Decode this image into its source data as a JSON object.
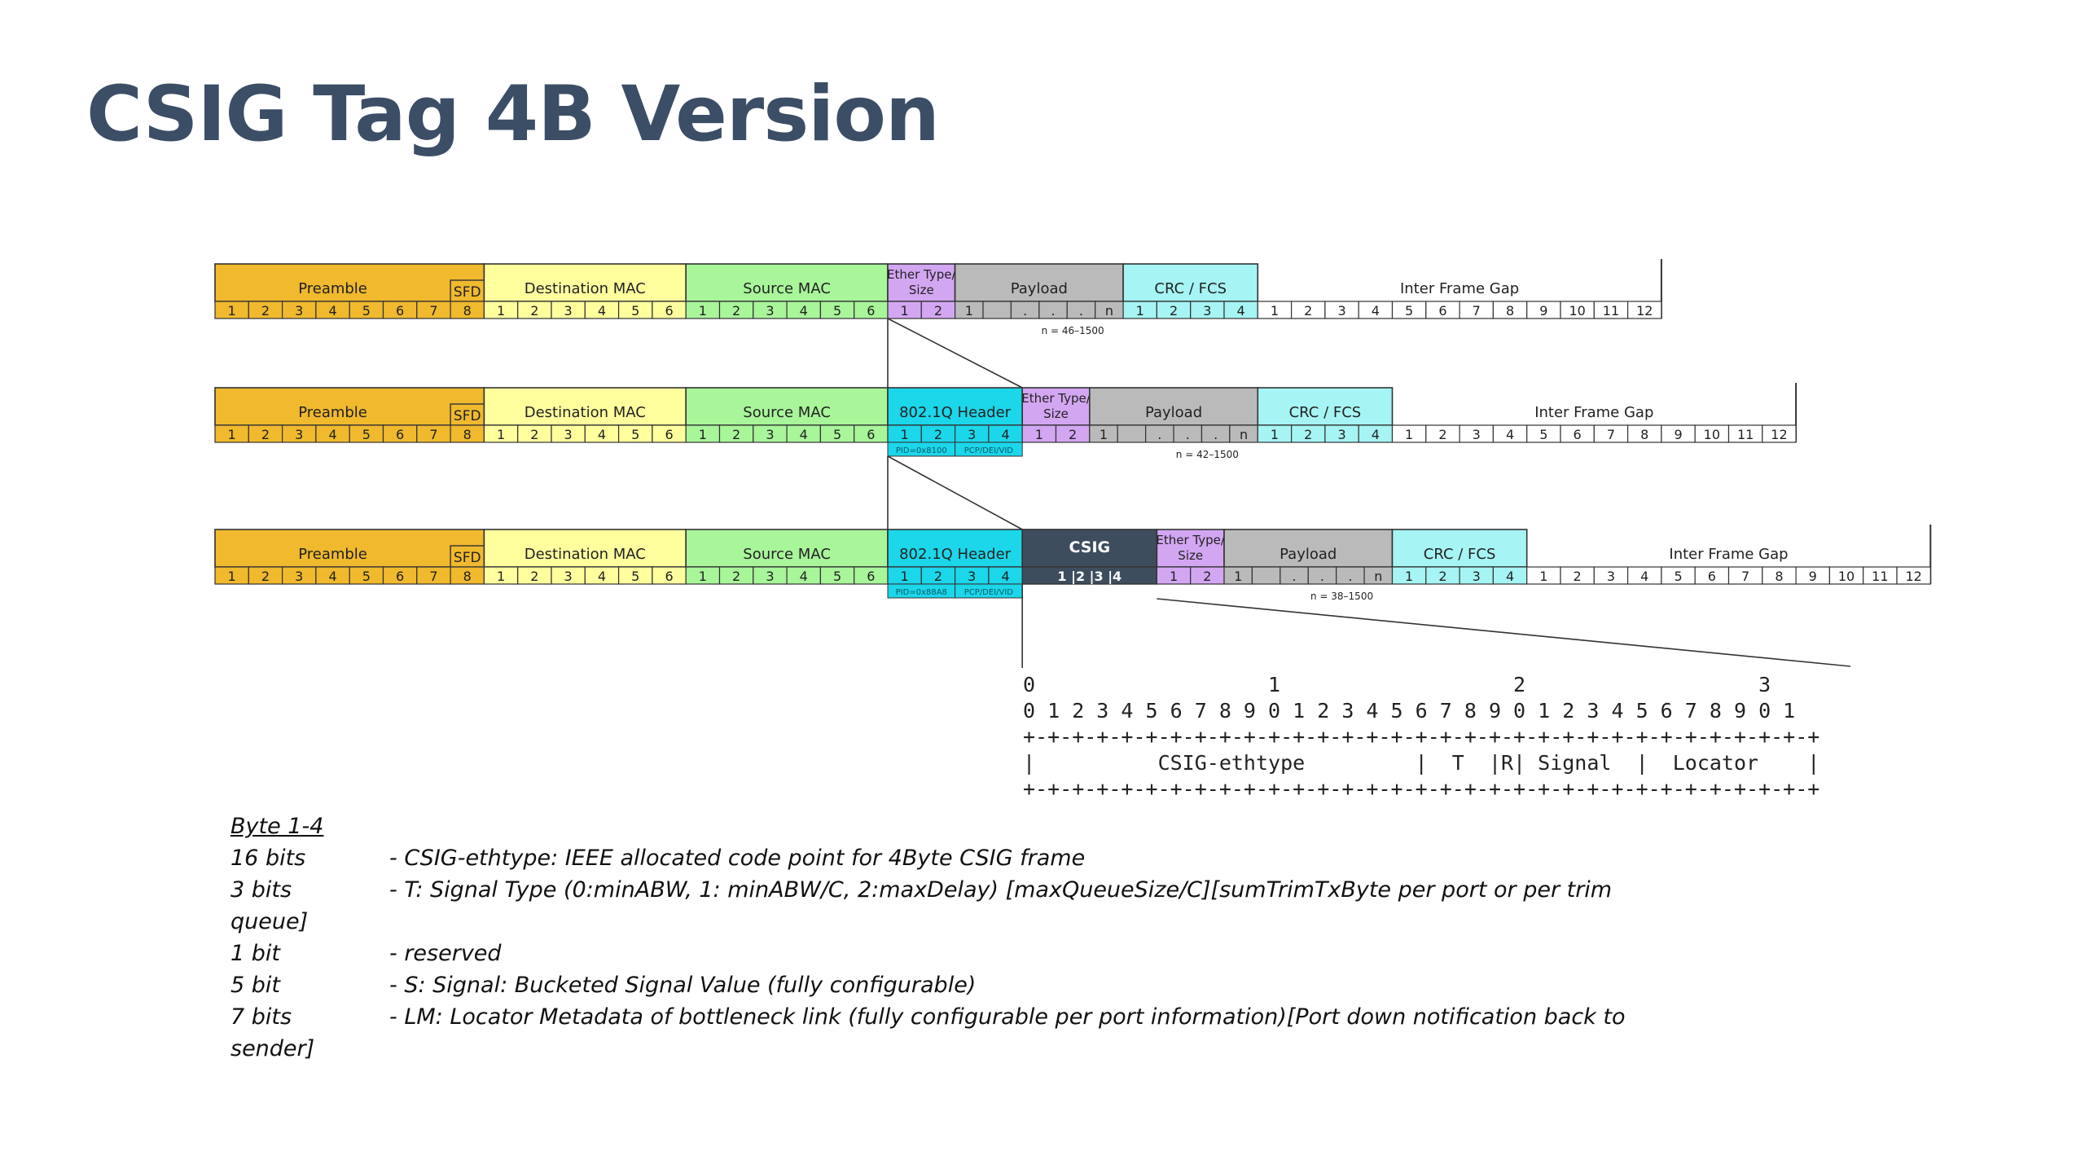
{
  "slide": {
    "title": "CSIG Tag 4B Version"
  },
  "fields": {
    "preamble": "Preamble",
    "sfd": "SFD",
    "dest_mac": "Destination MAC",
    "src_mac": "Source MAC",
    "ethertype": [
      "Ether Type/",
      "Size"
    ],
    "payload": "Payload",
    "crc": "CRC / FCS",
    "ifg": "Inter Frame Gap",
    "dot1q": "802.1Q Header",
    "csig": "CSIG",
    "payload_n": "n",
    "payload_dots": "."
  },
  "colors": {
    "preamble": "#f0b92e",
    "mac_dest": "#ffff9e",
    "mac_src": "#a8f59a",
    "ethertype": "#d3a6f2",
    "payload": "#bababa",
    "crc": "#a6f4f4",
    "dot1q": "#1cd6ea",
    "csig": "#3e4d5e",
    "ifg": "#ffffff",
    "title": "#3c4e66"
  },
  "frames": [
    {
      "payload_range": "n = 46–1500",
      "dot1q_subs": []
    },
    {
      "payload_range": "n = 42–1500",
      "dot1q_subs": [
        "PID=0x8100",
        "PCP/DEI/VID"
      ]
    },
    {
      "payload_range": "n = 38–1500",
      "dot1q_subs": [
        "PID=0x88A8",
        "PCP/DEI/VID"
      ],
      "csig_bytes": "1 |2 |3 |4"
    }
  ],
  "bit_layout": {
    "tens": "0                   1                   2                   3",
    "units": "0 1 2 3 4 5 6 7 8 9 0 1 2 3 4 5 6 7 8 9 0 1 2 3 4 5 6 7 8 9 0 1",
    "border": "+-+-+-+-+-+-+-+-+-+-+-+-+-+-+-+-+-+-+-+-+-+-+-+-+-+-+-+-+-+-+-+-+",
    "fields": "|          CSIG-ethtype         |  T  |R| Signal  |  Locator    |"
  },
  "notes": {
    "heading": "Byte 1-4",
    "rows": [
      {
        "size": "16 bits",
        "desc": "- CSIG-ethtype: IEEE allocated code point for 4Byte CSIG frame"
      },
      {
        "size": "3 bits",
        "desc": "- T: Signal Type (0:minABW, 1: minABW/C, 2:maxDelay) [maxQueueSize/C][sumTrimTxByte per port or per trim",
        "wrap": "queue]"
      },
      {
        "size": "1 bit",
        "desc": "- reserved"
      },
      {
        "size": "5 bit",
        "desc": "- S: Signal: Bucketed Signal Value (fully configurable)"
      },
      {
        "size": "7 bits",
        "desc": "- LM: Locator Metadata of bottleneck link (fully configurable per port information)[Port down notification back to",
        "wrap": "sender]"
      }
    ]
  }
}
